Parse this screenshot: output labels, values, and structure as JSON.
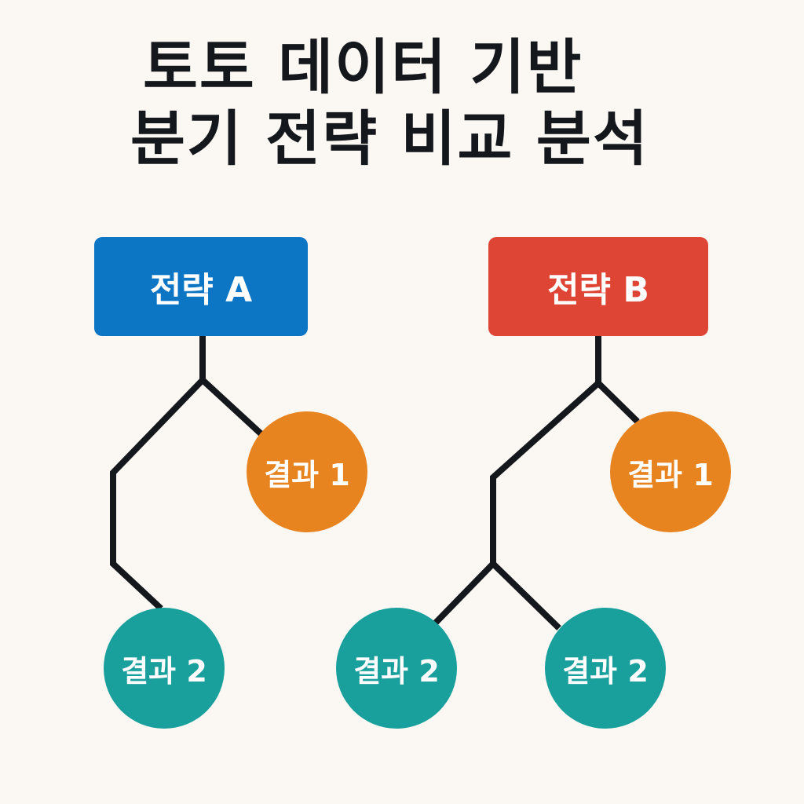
{
  "title": {
    "line1": "토토 데이터 기반",
    "line2": "분기 전략 비교 분석"
  },
  "strategies": [
    {
      "label": "전략 A",
      "color": "#0C76C5",
      "results": [
        "결과 1",
        "결과 2"
      ]
    },
    {
      "label": "전략 B",
      "color": "#DF4535",
      "results": [
        "결과 1",
        "결과 2",
        "결과 2"
      ]
    }
  ],
  "colors": {
    "background": "#FBF8F4",
    "connector": "#14181C",
    "result_1": "#E88420",
    "result_2": "#19A09C"
  }
}
